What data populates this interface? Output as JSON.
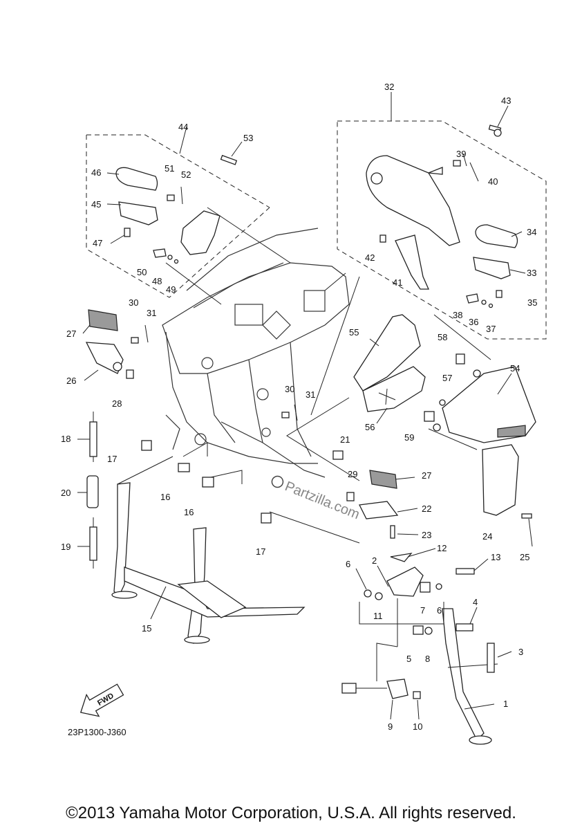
{
  "diagram": {
    "code": "23P1300-J360",
    "fwd_label": "FWD",
    "watermark": "Partzilla.com",
    "copyright": "©2013 Yamaha Motor Corporation, U.S.A. All rights reserved."
  },
  "callouts": [
    "1",
    "2",
    "3",
    "4",
    "5",
    "6",
    "6",
    "7",
    "8",
    "9",
    "10",
    "11",
    "12",
    "13",
    "15",
    "16",
    "16",
    "17",
    "17",
    "18",
    "19",
    "20",
    "21",
    "22",
    "23",
    "24",
    "25",
    "26",
    "27",
    "27",
    "28",
    "29",
    "30",
    "30",
    "31",
    "31",
    "32",
    "33",
    "34",
    "35",
    "36",
    "37",
    "38",
    "39",
    "40",
    "41",
    "42",
    "43",
    "44",
    "45",
    "46",
    "47",
    "48",
    "49",
    "50",
    "51",
    "52",
    "53",
    "54",
    "55",
    "56",
    "57",
    "58",
    "59"
  ]
}
